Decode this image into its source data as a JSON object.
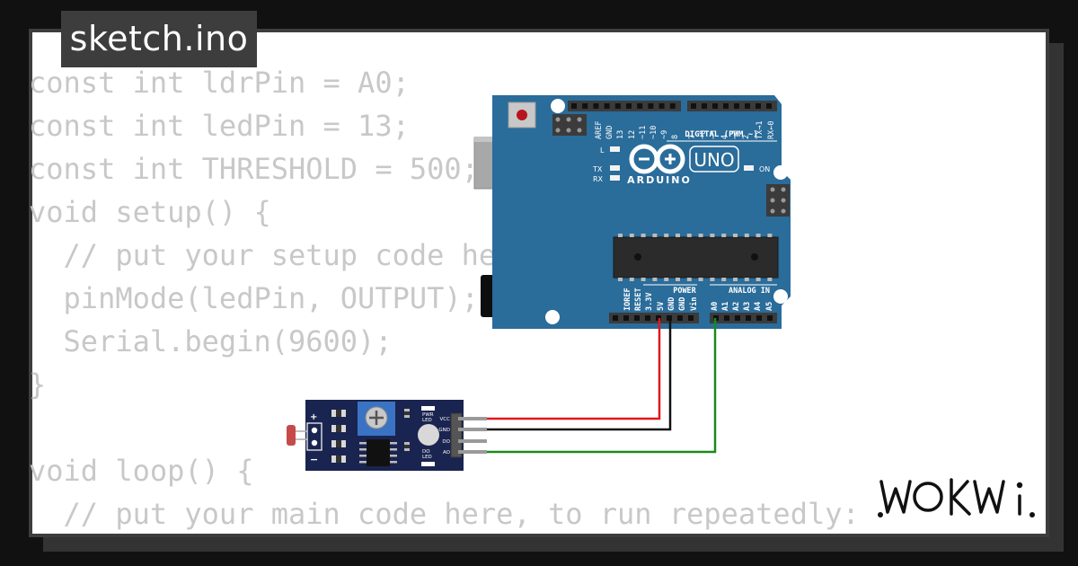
{
  "tab": {
    "filename": "sketch.ino"
  },
  "code_lines": [
    "const int ldrPin = A0;",
    "const int ledPin = 13;",
    "const int THRESHOLD = 500;",
    "void setup() {",
    "  // put your setup code here, to run once:",
    "  pinMode(ledPin, OUTPUT);",
    "  Serial.begin(9600);",
    "}",
    "",
    "void loop() {",
    "  // put your main code here, to run repeatedly:"
  ],
  "board": {
    "model": "UNO",
    "brand": "ARDUINO",
    "digital_label": "DIGITAL (PWM ~)",
    "analog_label": "ANALOG IN",
    "power_label": "POWER",
    "on_label": "ON",
    "l_label": "L",
    "tx_label": "TX",
    "rx_label": "RX",
    "top_pins": [
      "AREF",
      "GND",
      "13",
      "12",
      "~11",
      "~10",
      "~9",
      "8",
      "7",
      "~6",
      "~5",
      "4",
      "~3",
      "2",
      "TX→1",
      "RX←0"
    ],
    "power_pins": [
      "IOREF",
      "RESET",
      "3.3V",
      "5V",
      "GND",
      "GND",
      "Vin"
    ],
    "analog_pins": [
      "A0",
      "A1",
      "A2",
      "A3",
      "A4",
      "A5"
    ]
  },
  "sensor": {
    "plus": "+",
    "minus": "−",
    "pins": [
      "VCC",
      "GND",
      "DO",
      "AO"
    ],
    "pwr_led": [
      "PWR",
      "LED"
    ],
    "do_led": [
      "DO",
      "LED"
    ]
  },
  "colors": {
    "board": "#2a6c9a",
    "board_dark": "#1f5a86",
    "sensor_pcb": "#1a2450",
    "wire_vcc": "#e0181a",
    "wire_gnd": "#111111",
    "wire_ao": "#1a8a1a",
    "code_text": "#c8c8c8",
    "tab_bg": "#3d3d3d"
  },
  "logo_text": "WOKWi"
}
